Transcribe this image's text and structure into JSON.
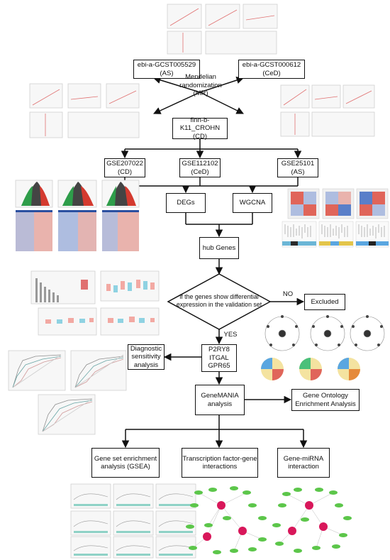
{
  "nodes": {
    "gcst005529": "ebi-a-GCST005529\n(AS)",
    "gcst000612": "ebi-a-GCST000612\n(CeD)",
    "mr": "Mendelian\nrandomization\n(MR)",
    "finn": "finn-b-K11_CROHN\n(CD)",
    "gse207022": "GSE207022\n(CD)",
    "gse112102": "GSE112102\n(CeD)",
    "gse25101": "GSE25101\n(AS)",
    "degs": "DEGs",
    "wgcna": "WGCNA",
    "hub_genes": "hub Genes",
    "decision": "if the genes show differential\nexpression in the validation set",
    "no": "NO",
    "excluded": "Excluded",
    "yes": "YES",
    "genes": "P2RY8\nITGAL\nGPR65",
    "diagnostic": "Diagnostic\nsensitivity\nanalysis",
    "genemania": "GeneMANIA\nanalysis",
    "go": "Gene Ontology\nEnrichment Analysis",
    "gsea": "Gene set enrichment\nanalysis (GSEA)",
    "tf": "Transcription factor-gene\ninteractions",
    "mirna": "Gene-miRNA\ninteraction"
  },
  "colors": {
    "line": "#111111",
    "volcano_up": "#d43a2f",
    "volcano_down": "#2e9d4a",
    "heat_red": "#e0655a",
    "heat_blue": "#5a7fc9",
    "network_node": "#d8175a",
    "network_leaf": "#5cc64a"
  },
  "icons": [
    "scatter-plot-thumbnail",
    "forest-plot-thumbnail",
    "volcano-plot-thumbnail",
    "heatmap-thumbnail",
    "boxplot-thumbnail",
    "roc-curve-thumbnail",
    "chord-diagram-thumbnail",
    "gsea-plot-thumbnail",
    "network-graph-thumbnail"
  ]
}
